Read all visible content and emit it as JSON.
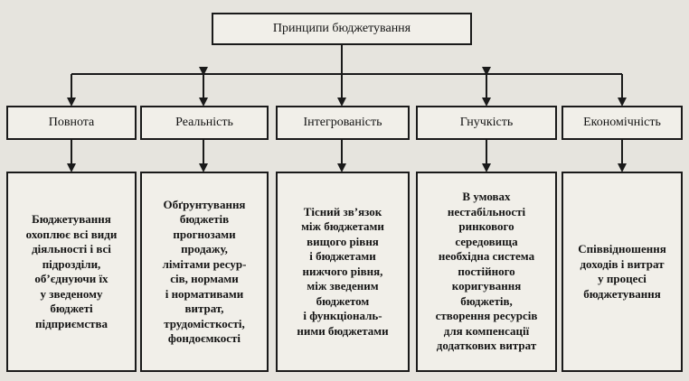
{
  "title": "Принципи бюджетування",
  "principles": [
    {
      "name": "Повнота",
      "description": "Бюджетування\nохоплює всі види\nдіяльності і всі\nпідрозділи,\nоб’єднуючи їх\nу зведеному\nбюджеті\nпідприємства"
    },
    {
      "name": "Реальність",
      "description": "Обґрунтування\nбюджетів\nпрогнозами\nпродажу,\nлімітами ресур-\nсів, нормами\nі нормативами\nвитрат,\nтрудомісткості,\nфондоємкості"
    },
    {
      "name": "Інтегрованість",
      "description": "Тісний зв’язок\nміж бюджетами\nвищого рівня\nі бюджетами\nнижчого рівня,\nміж зведеним\nбюджетом\nі функціональ-\nними бюджетами"
    },
    {
      "name": "Гнучкість",
      "description": "В умовах\nнестабільності\nринкового\nсередовища\nнеобхідна система\nпостійного\nкоригування\nбюджетів,\nстворення ресурсів\nдля компенсації\nдодаткових витрат"
    },
    {
      "name": "Економічність",
      "description": "Співвідношення\nдоходів і витрат\nу процесі\nбюджетування"
    }
  ]
}
